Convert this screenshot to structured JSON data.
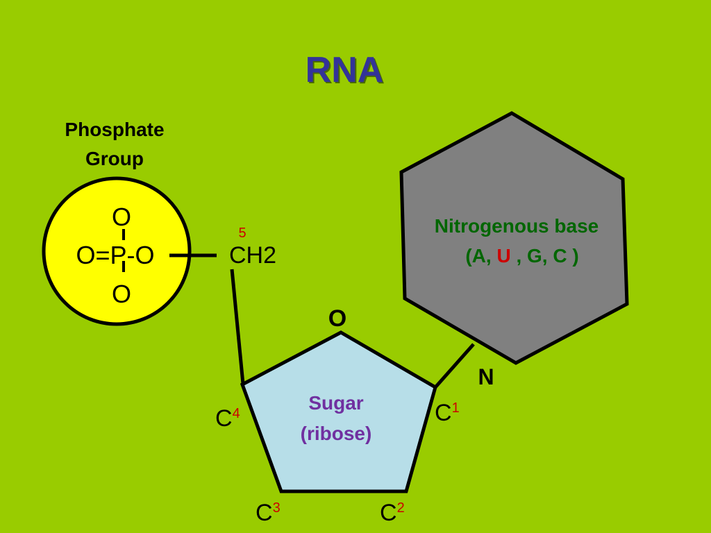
{
  "title": "RNA",
  "phosphate": {
    "label_line1": "Phosphate",
    "label_line2": "Group",
    "top": "O",
    "middle": "O=P-O",
    "bottom": "O"
  },
  "ch2": {
    "label": "CH2",
    "number": "5"
  },
  "base": {
    "line1": "Nitrogenous base",
    "line2_prefix": "(A, ",
    "line2_highlight": "U",
    "line2_suffix": " , G, C )"
  },
  "sugar": {
    "line1": "Sugar",
    "line2": "(ribose)"
  },
  "ring_oxygen": "O",
  "nitrogen": "N",
  "carbons": [
    {
      "letter": "C",
      "number": "4"
    },
    {
      "letter": "C",
      "number": "1"
    },
    {
      "letter": "C",
      "number": "3"
    },
    {
      "letter": "C",
      "number": "2"
    }
  ],
  "colors": {
    "background": "#99cc00",
    "title": "#333399",
    "phosphate_fill": "#ffff00",
    "base_fill": "#808080",
    "sugar_fill": "#b7dee8",
    "base_text": "#006600",
    "sugar_text": "#7030a0",
    "highlight": "#cc0000"
  }
}
